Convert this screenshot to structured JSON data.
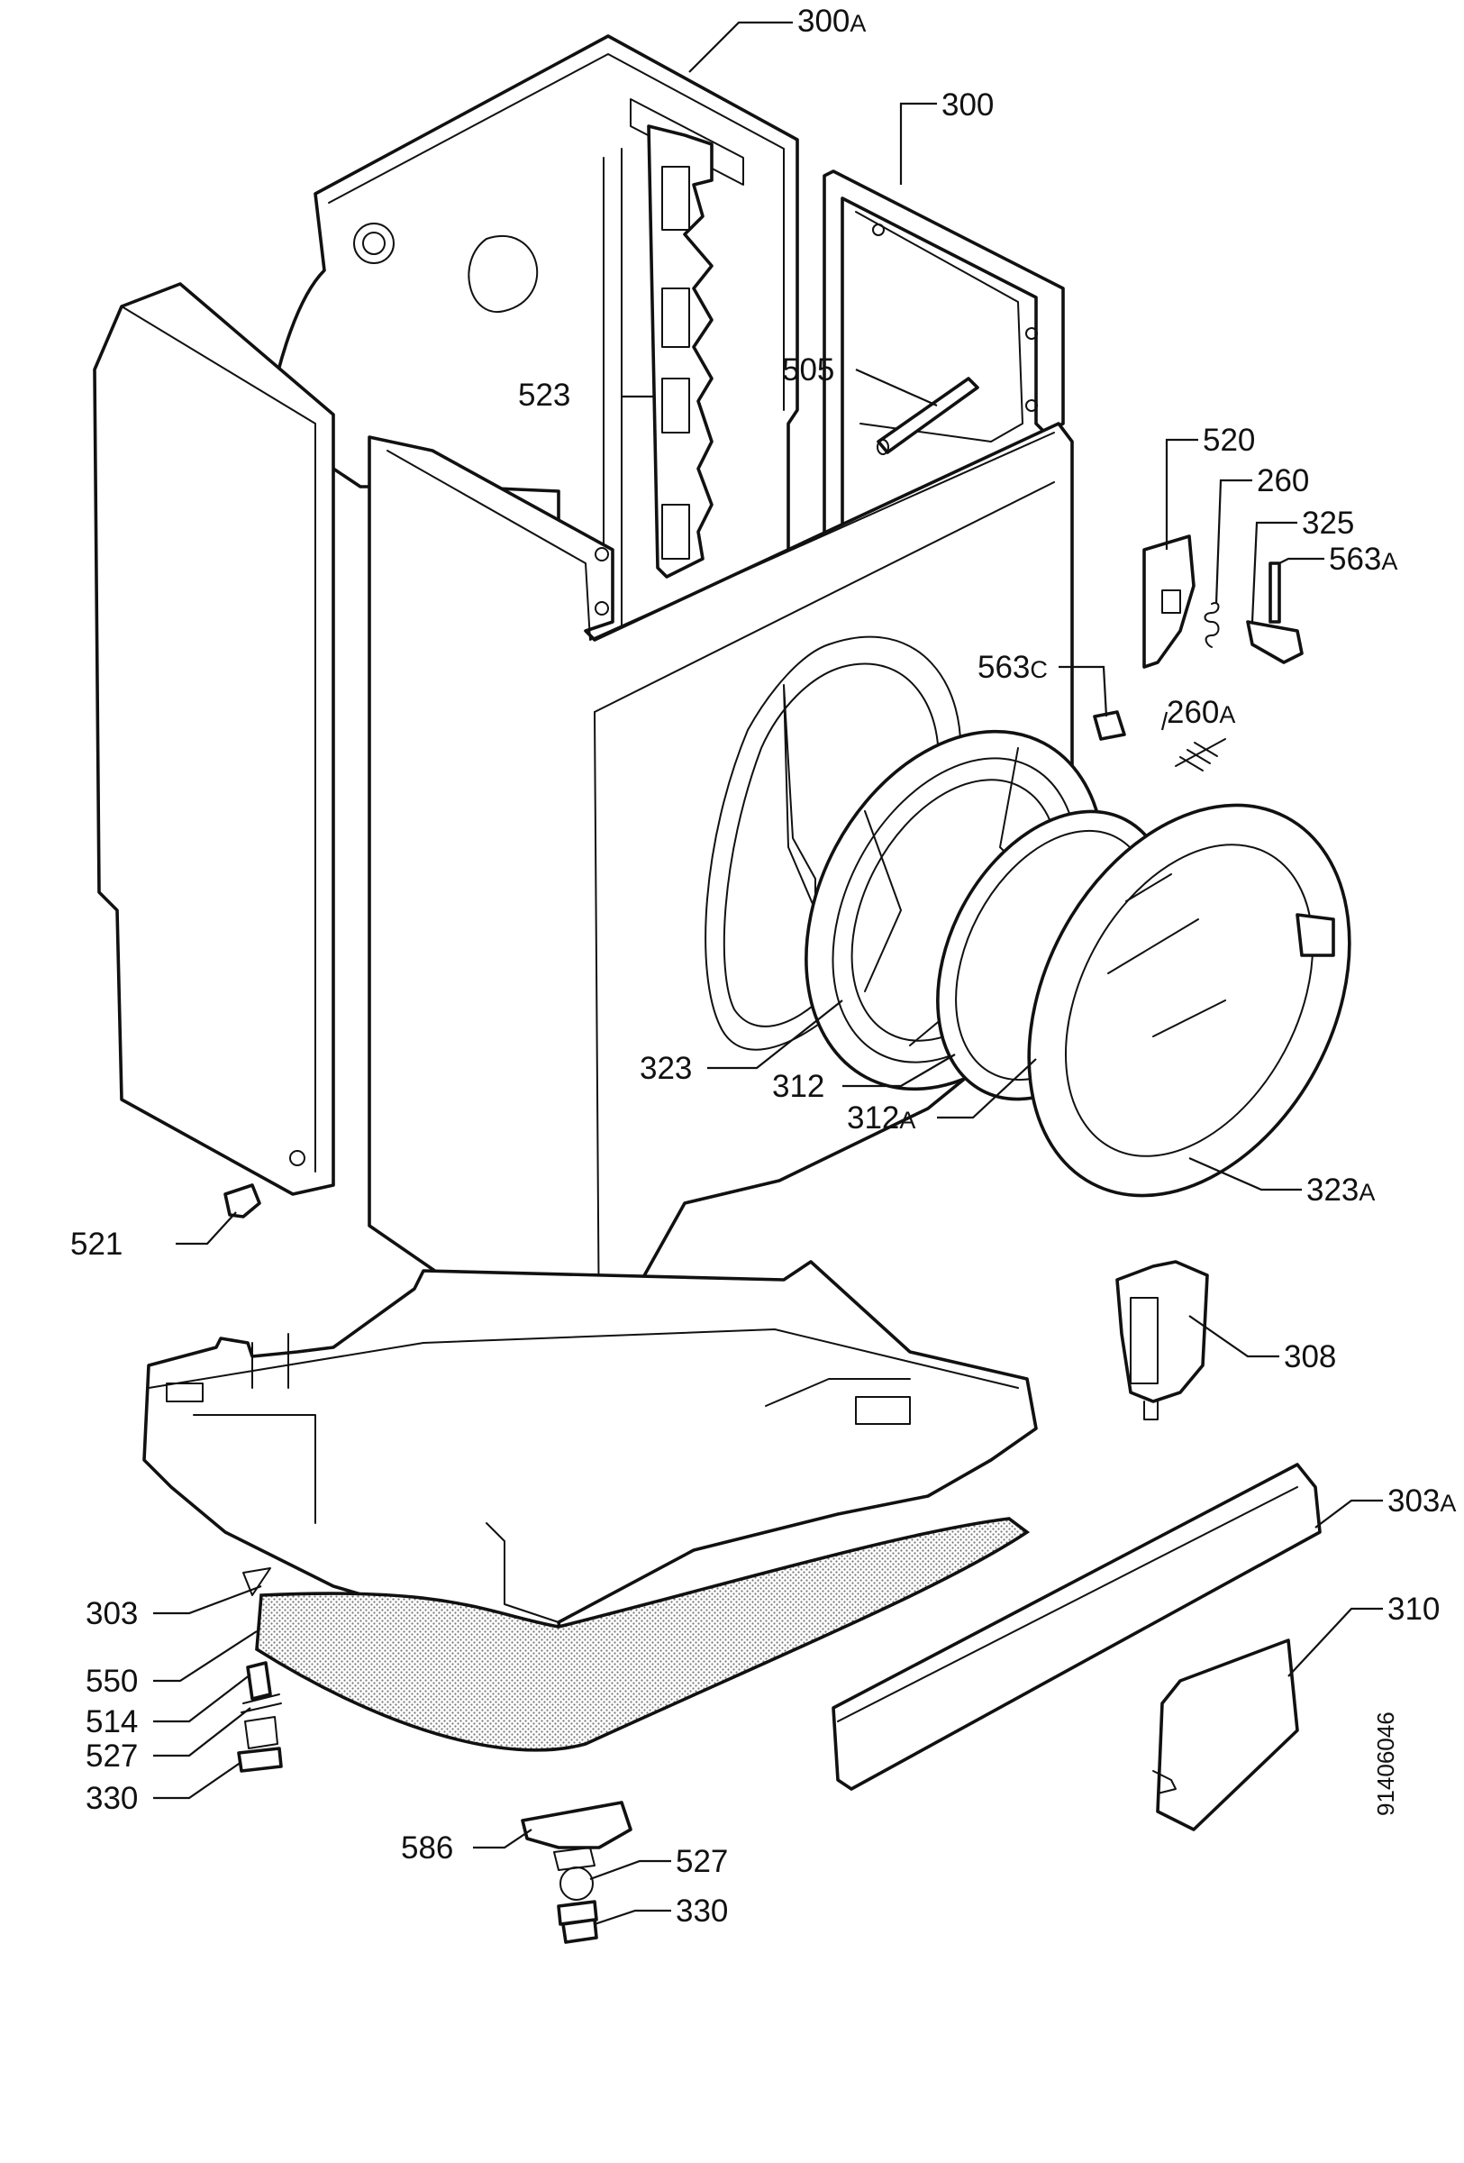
{
  "diagram": {
    "document_number": "91406046",
    "callouts": [
      {
        "id": "300A",
        "num": "300",
        "suffix": "A"
      },
      {
        "id": "300",
        "num": "300",
        "suffix": ""
      },
      {
        "id": "523",
        "num": "523",
        "suffix": ""
      },
      {
        "id": "505",
        "num": "505",
        "suffix": ""
      },
      {
        "id": "520",
        "num": "520",
        "suffix": ""
      },
      {
        "id": "260",
        "num": "260",
        "suffix": ""
      },
      {
        "id": "325",
        "num": "325",
        "suffix": ""
      },
      {
        "id": "563A",
        "num": "563",
        "suffix": "A"
      },
      {
        "id": "563C",
        "num": "563",
        "suffix": "C"
      },
      {
        "id": "260A",
        "num": "260",
        "suffix": "A"
      },
      {
        "id": "323",
        "num": "323",
        "suffix": ""
      },
      {
        "id": "312",
        "num": "312",
        "suffix": ""
      },
      {
        "id": "312A",
        "num": "312",
        "suffix": "A"
      },
      {
        "id": "323A",
        "num": "323",
        "suffix": "A"
      },
      {
        "id": "521",
        "num": "521",
        "suffix": ""
      },
      {
        "id": "308",
        "num": "308",
        "suffix": ""
      },
      {
        "id": "303A",
        "num": "303",
        "suffix": "A"
      },
      {
        "id": "303",
        "num": "303",
        "suffix": ""
      },
      {
        "id": "310",
        "num": "310",
        "suffix": ""
      },
      {
        "id": "550",
        "num": "550",
        "suffix": ""
      },
      {
        "id": "514",
        "num": "514",
        "suffix": ""
      },
      {
        "id": "527-left",
        "num": "527",
        "suffix": ""
      },
      {
        "id": "330-left",
        "num": "330",
        "suffix": ""
      },
      {
        "id": "586",
        "num": "586",
        "suffix": ""
      },
      {
        "id": "527-right",
        "num": "527",
        "suffix": ""
      },
      {
        "id": "330-right",
        "num": "330",
        "suffix": ""
      }
    ]
  }
}
